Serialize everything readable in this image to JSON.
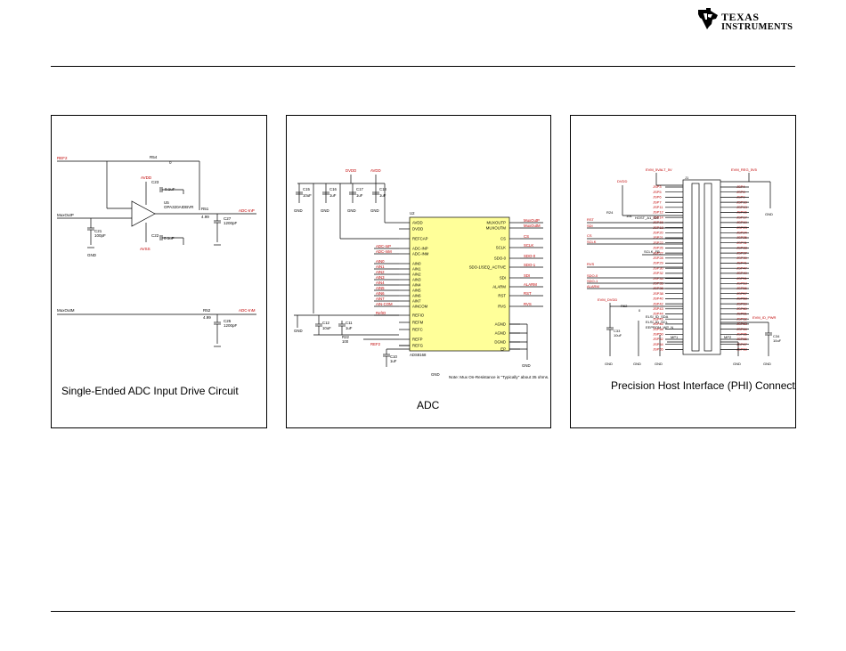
{
  "header": {
    "logo_icon": "ti-state-logo-icon",
    "logo_line1": "TEXAS",
    "logo_line2": "INSTRUMENTS",
    "brand_color": "#c00000"
  },
  "panels": [
    {
      "caption": "Single-Ended ADC Input Drive Circuit",
      "labels": {
        "ref2": "REF2",
        "r54": "R54",
        "r54v": "0",
        "c23": "C23",
        "c23v": "0.1uF",
        "avdd": "AVDD",
        "u5": "U5",
        "u5part": "OPA320AIDBVR",
        "muxoutp": "MuxOutP",
        "r51": "R51",
        "r51v": "4.99",
        "adcinp": "ADC-InP",
        "c27": "C27",
        "c27v": "1200pF",
        "c22": "C22",
        "c22v": "0.1uF",
        "avss": "AVSS",
        "c21": "C21",
        "c21v": "100pF",
        "gnd": "GND",
        "muxoutm": "MuxOutM",
        "r52": "R52",
        "r52v": "4.99",
        "adcinm": "ADC-InM",
        "c25": "C25",
        "c25v": "1200pF"
      }
    },
    {
      "caption": "ADC",
      "labels": {
        "dvdd": "DVDD",
        "avdd": "AVDD",
        "c15": "C15",
        "c15v": "10uF",
        "c16": "C16",
        "c16v": "1uF",
        "c17": "C17",
        "c17v": "1uF",
        "c18": "C18",
        "c18v": "1uF",
        "u2": "U2",
        "part": "ADS8168",
        "left_pins": [
          "AVDD",
          "DVDD",
          "REFCAP",
          "ADC-INP",
          "ADC-INM",
          "AIN0",
          "AIN1",
          "AIN2",
          "AIN3",
          "AIN4",
          "AIN5",
          "AIN6",
          "AIN7",
          "AINCOM",
          "REFIO",
          "REFM",
          "REFC",
          "REFP",
          "REFG"
        ],
        "right_pins": [
          "MUXOUTP",
          "MUXOUTM",
          "CS",
          "SCLK",
          "SDO-0",
          "SDO-1/SEQ_ACTIVE",
          "SDI",
          "ALARM",
          "RST",
          "RVS",
          "AGND",
          "AGND",
          "DGND",
          "EP"
        ],
        "left_nets": [
          "ADC-InP",
          "ADC-InM",
          "AIN0",
          "AIN1",
          "AIN2",
          "AIN3",
          "AIN4",
          "AIN5",
          "AIN6",
          "AIN7",
          "AIN-COM",
          "RefIO"
        ],
        "right_nets": [
          "MuxOutP",
          "MuxOutM",
          "CS",
          "SCLK",
          "SDO-0",
          "SDO-1",
          "SDI",
          "ALARM",
          "RST",
          "RVS"
        ],
        "c12": "C12",
        "c12v": "10uF",
        "c11": "C11",
        "c11v": "1uF",
        "r22": "R22",
        "r22v": "100",
        "ref2": "REF2",
        "c10": "C10",
        "c10v": "1uF",
        "gnd": "GND",
        "note": "Note:  Mux On-Resistance is \"Typically\" about 35 ohms."
      }
    },
    {
      "caption": "Precision Host Interface (PHI) Connection",
      "labels": {
        "evm_5v": "EVM_5VALT_5V",
        "evm_5v2": "EVM_REG_5V5",
        "dvdd": "DVDD",
        "j1": "J1",
        "r24": "R24",
        "r24v": "10k",
        "rst": "RST",
        "sdi": "SDI",
        "cs": "CS",
        "sclk": "SCLK",
        "rvs": "RVS",
        "sdo0": "SDO-0",
        "sdo1": "SDO-1",
        "alarm": "ALARM",
        "host_a1": "HOST_A1_ID6",
        "sclk_fb": "SCLK_FB",
        "evm_dvdd": "EVM_DVDD",
        "c33": "C33",
        "c33v": "10uF",
        "r62": "R62",
        "r62v": "0",
        "elsi": "ELSI_ID_SDA",
        "elsi2": "ELSI_ID_SCL",
        "eeprom": "EEPROM_WP_N",
        "mp1": "MP1",
        "mp2": "MP2",
        "evm_id": "EVM_ID_PWR",
        "c34": "C34",
        "c34v": "10uF",
        "gnd": "GND",
        "jsp_left": [
          "JSP3",
          "JSP5",
          "JSP6",
          "JSP7",
          "JSP11",
          "JSP12",
          "JSP14",
          "JSP15",
          "JSP18",
          "JSP20",
          "JSP21",
          "JSP22",
          "JSP26",
          "JSP27",
          "JSP28",
          "JSP29",
          "JSP30",
          "JSP32",
          "JSP34",
          "JSP35",
          "JSP36",
          "JSP38",
          "JSP40",
          "JSP42",
          "JSP43",
          "JSP44",
          "JSP45",
          "JSP46",
          "JSP48",
          "JSP50",
          "JSP52",
          "JSP54",
          "JSP55"
        ],
        "jsp_right": [
          "JSP4",
          "JSP8",
          "JSP9",
          "JSP10",
          "JSP13",
          "JSP16",
          "JSP17",
          "JSP19",
          "JSP23",
          "JSP24",
          "JSP25",
          "JSP31",
          "JSP33",
          "JSP37",
          "JSP39",
          "JSP41",
          "JSP47",
          "JSP49",
          "JSP51",
          "JSP53",
          "JSP56",
          "JSP57",
          "JSP58",
          "JSP59",
          "JSP60",
          "JSP61",
          "JSP62",
          "JSP63",
          "JSP64",
          "JSP65",
          "JSP66",
          "JSP67",
          "JSP68"
        ]
      }
    }
  ]
}
